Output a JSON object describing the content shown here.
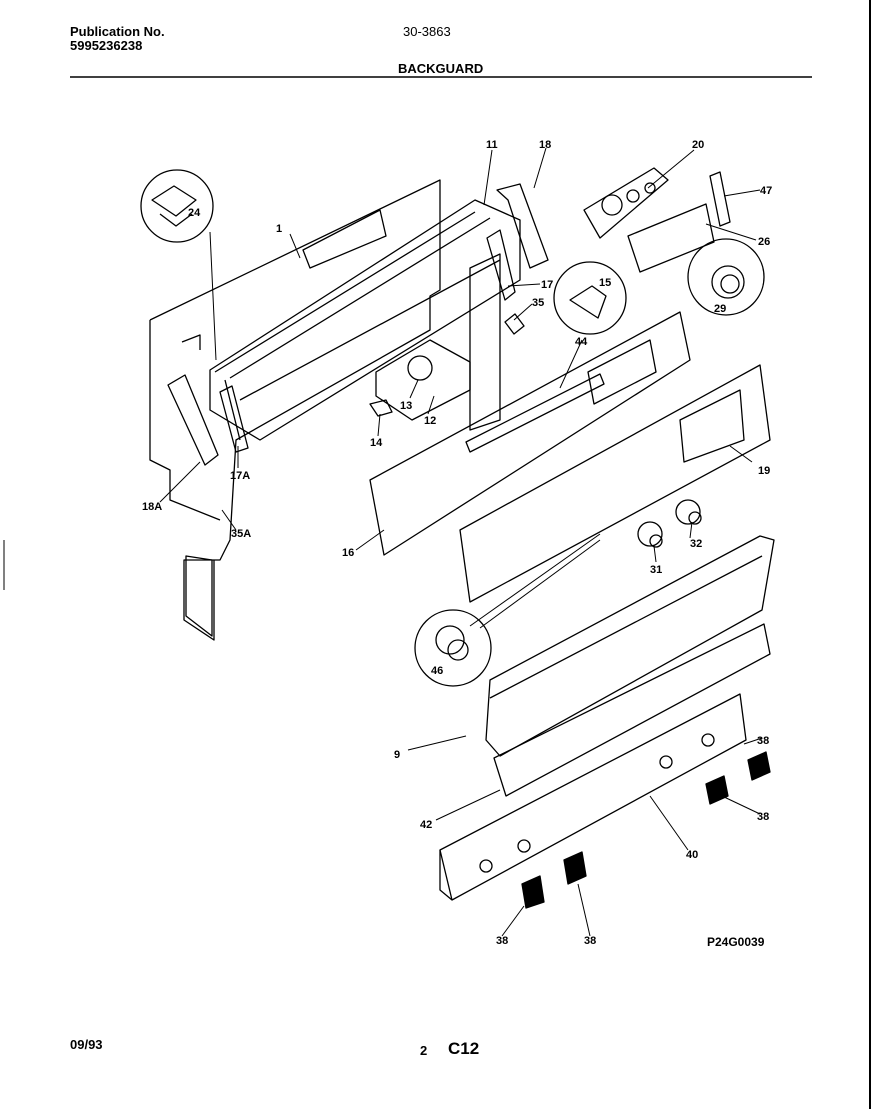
{
  "header": {
    "publication_label": "Publication No.",
    "publication_number": "5995236238",
    "model": "30-3863",
    "section_title": "BACKGUARD"
  },
  "footer": {
    "date": "09/93",
    "page": "2",
    "code": "C12"
  },
  "diagram": {
    "drawing_id": "P24G0039",
    "callouts": [
      {
        "id": "c1",
        "text": "1"
      },
      {
        "id": "c11",
        "text": "11"
      },
      {
        "id": "c18",
        "text": "18"
      },
      {
        "id": "c20",
        "text": "20"
      },
      {
        "id": "c47",
        "text": "47"
      },
      {
        "id": "c26",
        "text": "26"
      },
      {
        "id": "c24",
        "text": "24"
      },
      {
        "id": "c17",
        "text": "17"
      },
      {
        "id": "c15",
        "text": "15"
      },
      {
        "id": "c35",
        "text": "35"
      },
      {
        "id": "c29",
        "text": "29"
      },
      {
        "id": "c44",
        "text": "44"
      },
      {
        "id": "c13",
        "text": "13"
      },
      {
        "id": "c12",
        "text": "12"
      },
      {
        "id": "c14",
        "text": "14"
      },
      {
        "id": "c19",
        "text": "19"
      },
      {
        "id": "c18a",
        "text": "18A"
      },
      {
        "id": "c17a",
        "text": "17A"
      },
      {
        "id": "c35a",
        "text": "35A"
      },
      {
        "id": "c16",
        "text": "16"
      },
      {
        "id": "c32",
        "text": "32"
      },
      {
        "id": "c31",
        "text": "31"
      },
      {
        "id": "c46",
        "text": "46"
      },
      {
        "id": "c9",
        "text": "9"
      },
      {
        "id": "c38a",
        "text": "38"
      },
      {
        "id": "c38b",
        "text": "38"
      },
      {
        "id": "c42",
        "text": "42"
      },
      {
        "id": "c40",
        "text": "40"
      },
      {
        "id": "c38c",
        "text": "38"
      },
      {
        "id": "c38d",
        "text": "38"
      }
    ]
  }
}
